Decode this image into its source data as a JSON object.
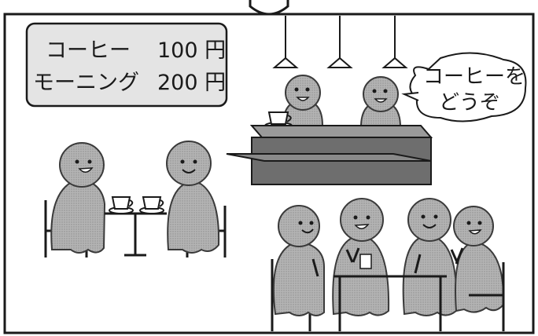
{
  "menu_board": {
    "rows": [
      {
        "item": "コーヒー",
        "price": "100 円"
      },
      {
        "item": "モーニング",
        "price": "200 円"
      }
    ]
  },
  "speech_bubble": {
    "lines": [
      "コーヒーを",
      "どうぞ"
    ]
  },
  "colors": {
    "figure_fill": "#a9a9a9",
    "figure_stroke": "#3a3a3a",
    "counter_top": "#8a8a8a",
    "counter_front": "#6e6e6e",
    "menu_bg": "#e4e4e4",
    "ink": "#1a1a1a"
  }
}
